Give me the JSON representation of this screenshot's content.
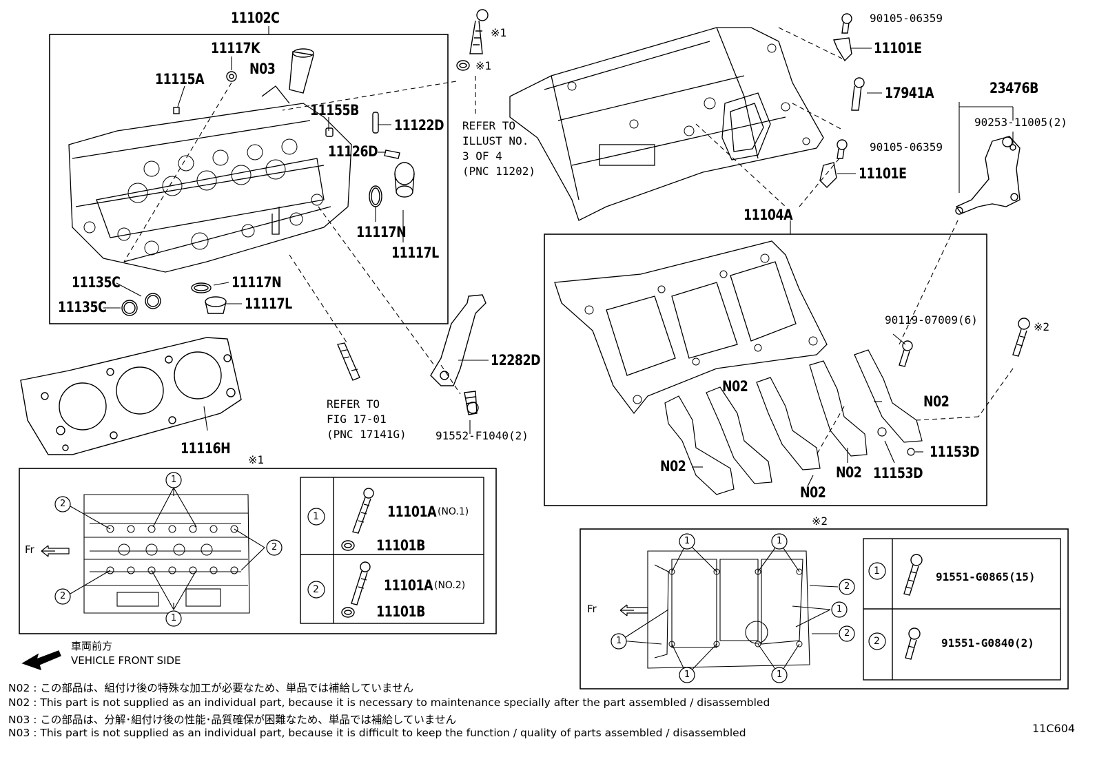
{
  "labels": {
    "head_assembly": "11102C",
    "hole_plug_k": "11117K",
    "n03": "N03",
    "plug_a": "11115A",
    "pin_b": "11155B",
    "pin_d": "11122D",
    "pin_126d": "11126D",
    "ring_n": "11117N",
    "plug_l": "11117L",
    "ring_c1": "11135C",
    "ring_c2": "11135C",
    "ring_n2": "11117N",
    "plug_l2": "11117L",
    "gasket": "11116H",
    "bolt_90105_top": "90105-06359",
    "plate_e_top": "11101E",
    "stud_17941a": "17941A",
    "bolt_90105_mid": "90105-06359",
    "plate_e_mid": "11101E",
    "bracket_23476b": "23476B",
    "bolt_90253": "90253-11005(2)",
    "crankcase": "11104A",
    "bolt_90119": "90119-07009(6)",
    "hanger": "12282D",
    "bolt_91552": "91552-F1040(2)",
    "cap_n02_a": "N02",
    "cap_n02_b": "N02",
    "cap_n02_c": "N02",
    "cap_n02_d": "N02",
    "cap_n02_e": "N02",
    "pin_153d_a": "11153D",
    "pin_153d_b": "11153D",
    "mark1_a": "※1",
    "mark1_b": "※1",
    "mark2_a": "※2"
  },
  "refs": {
    "illust": [
      "REFER TO",
      "ILLUST NO.",
      "3 OF 4",
      "(PNC 11202)"
    ],
    "fig": [
      "REFER TO",
      "FIG 17-01",
      "(PNC 17141G)"
    ]
  },
  "detail1": {
    "title": "※1",
    "fr": "Fr",
    "callout_1": "1",
    "callout_2": "2",
    "rows": [
      {
        "num": "1",
        "bolt": "11101A",
        "suffix": "(NO.1)",
        "washer": "11101B"
      },
      {
        "num": "2",
        "bolt": "11101A",
        "suffix": "(NO.2)",
        "washer": "11101B"
      }
    ]
  },
  "detail2": {
    "title": "※2",
    "fr": "Fr",
    "callout_1": "1",
    "callout_2": "2",
    "rows": [
      {
        "num": "1",
        "bolt": "91551-G0865(15)"
      },
      {
        "num": "2",
        "bolt": "91551-G0840(2)"
      }
    ]
  },
  "vehicle_front": {
    "jp": "車両前方",
    "en": "VEHICLE FRONT SIDE"
  },
  "notes": [
    "N02 : この部品は、組付け後の特殊な加工が必要なため、単品では補給していません",
    "N02 : This part is not supplied as an individual part, because it is necessary to maintenance specially after the part assembled / disassembled",
    "N03 : この部品は、分解･組付け後の性能･品質確保が困難なため、単品では補給していません",
    "N03 : This part is not supplied as an individual part, because it is difficult to keep the function / quality of parts  assembled / disassembled"
  ],
  "figure_id": "11C604"
}
